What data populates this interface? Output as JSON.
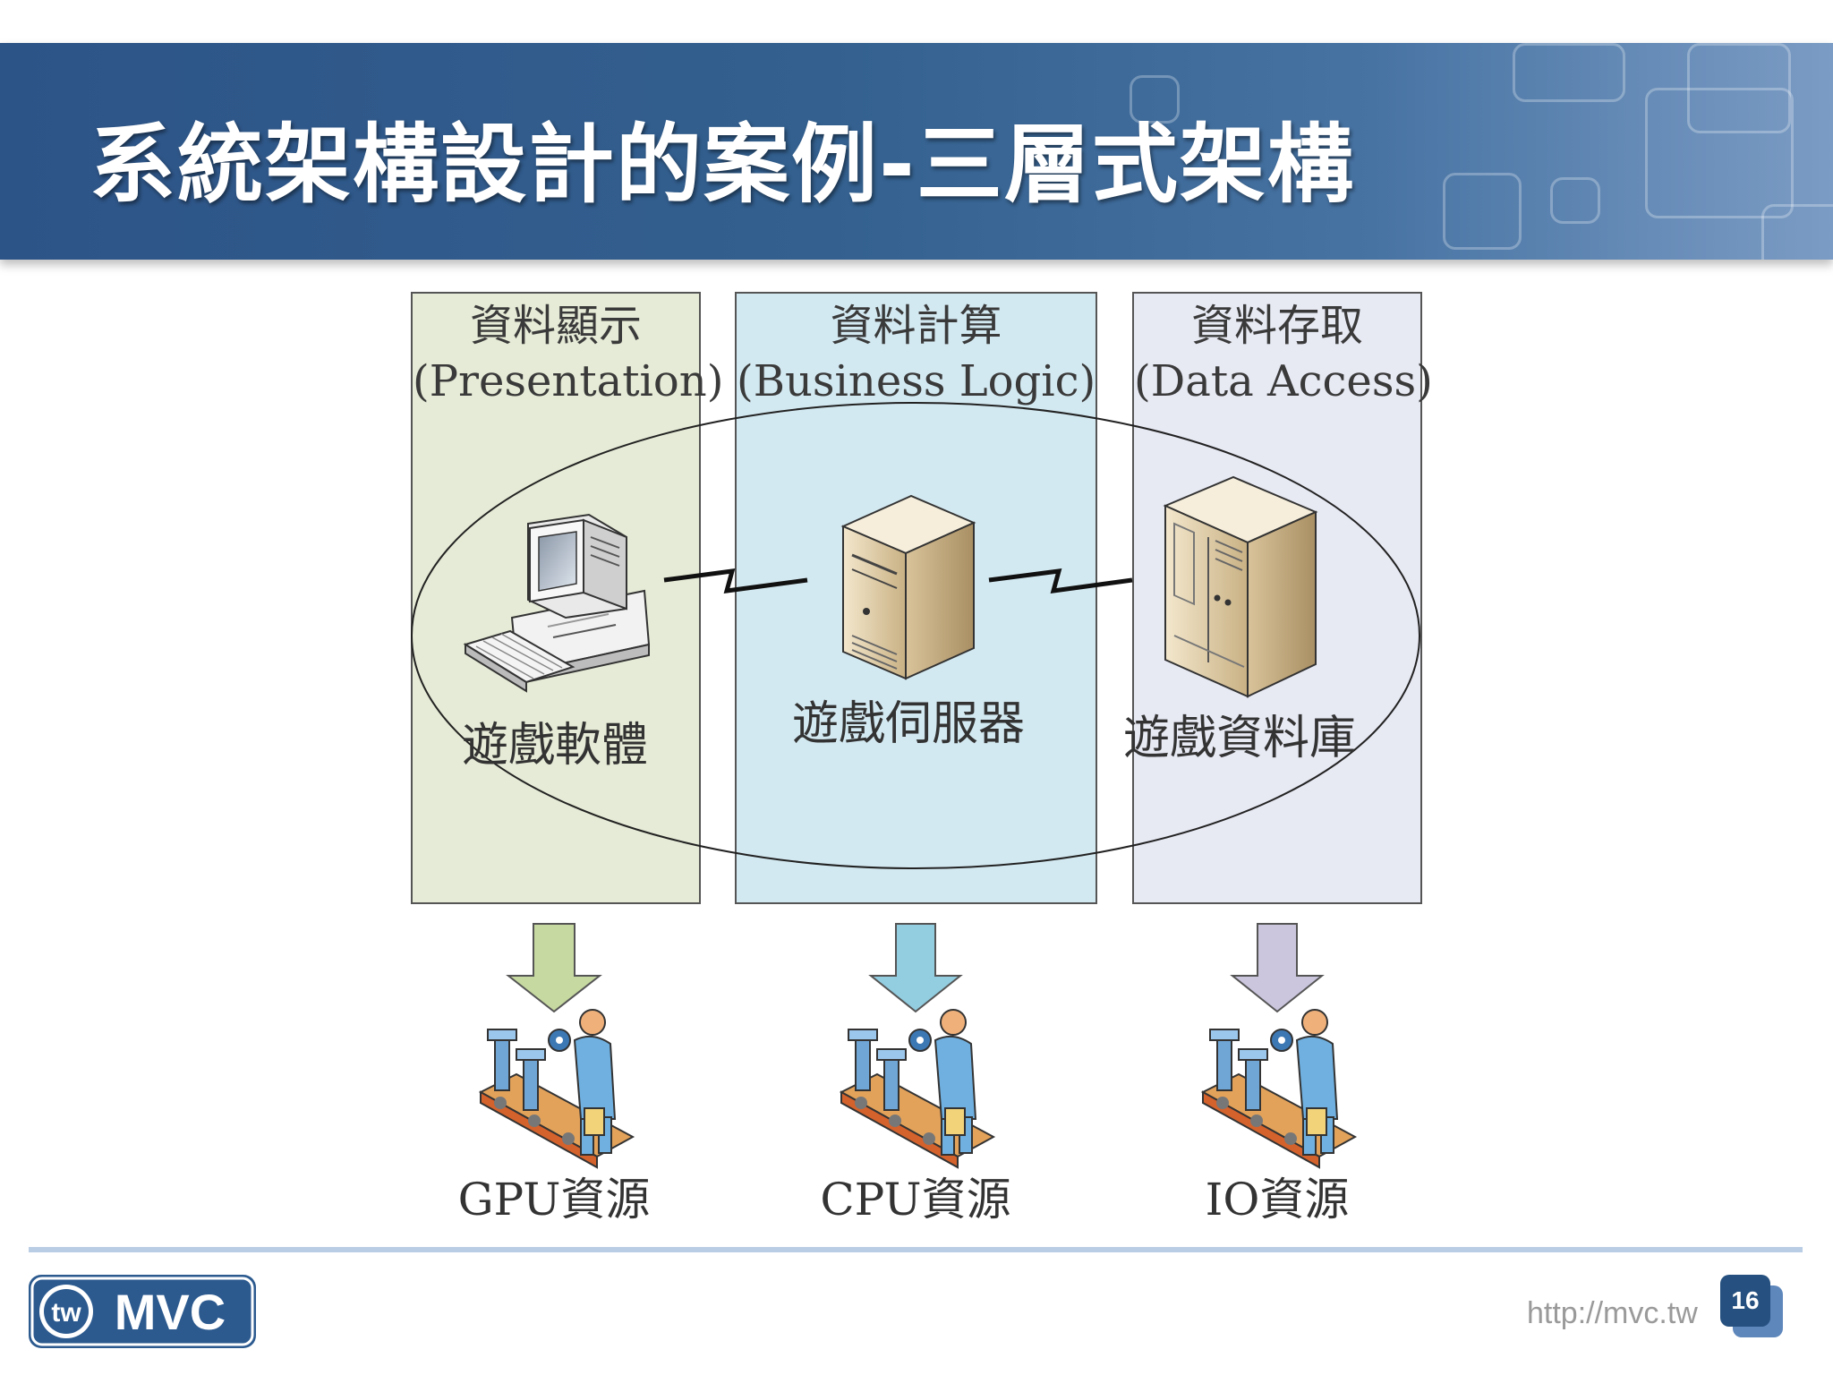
{
  "slide": {
    "title": "系統架構設計的案例-三層式架構",
    "page_number": "16",
    "url": "http://mvc.tw",
    "logo": {
      "badge": "tw",
      "text": "MVC"
    }
  },
  "tiers": [
    {
      "title": "資料顯示",
      "subtitle": "(Presentation)",
      "component": "遊戲軟體",
      "component_icon": "desktop-computer-icon",
      "resource": "GPU資源",
      "color": "#e5ebd6",
      "arrow_color": "#c6d9a0"
    },
    {
      "title": "資料計算",
      "subtitle": "(Business Logic)",
      "component": "遊戲伺服器",
      "component_icon": "server-icon",
      "resource": "CPU資源",
      "color": "#d3e9f1",
      "arrow_color": "#92cde0"
    },
    {
      "title": "資料存取",
      "subtitle": "(Data Access)",
      "component": "遊戲資料庫",
      "component_icon": "database-server-icon",
      "resource": "IO資源",
      "color": "#e7e9f3",
      "arrow_color": "#cbc6de"
    }
  ],
  "resource_icon": "assembly-line-worker-icon",
  "colors": {
    "banner": "#2d5487",
    "footer_line": "#b9cde4",
    "page_box": "#25507f"
  }
}
